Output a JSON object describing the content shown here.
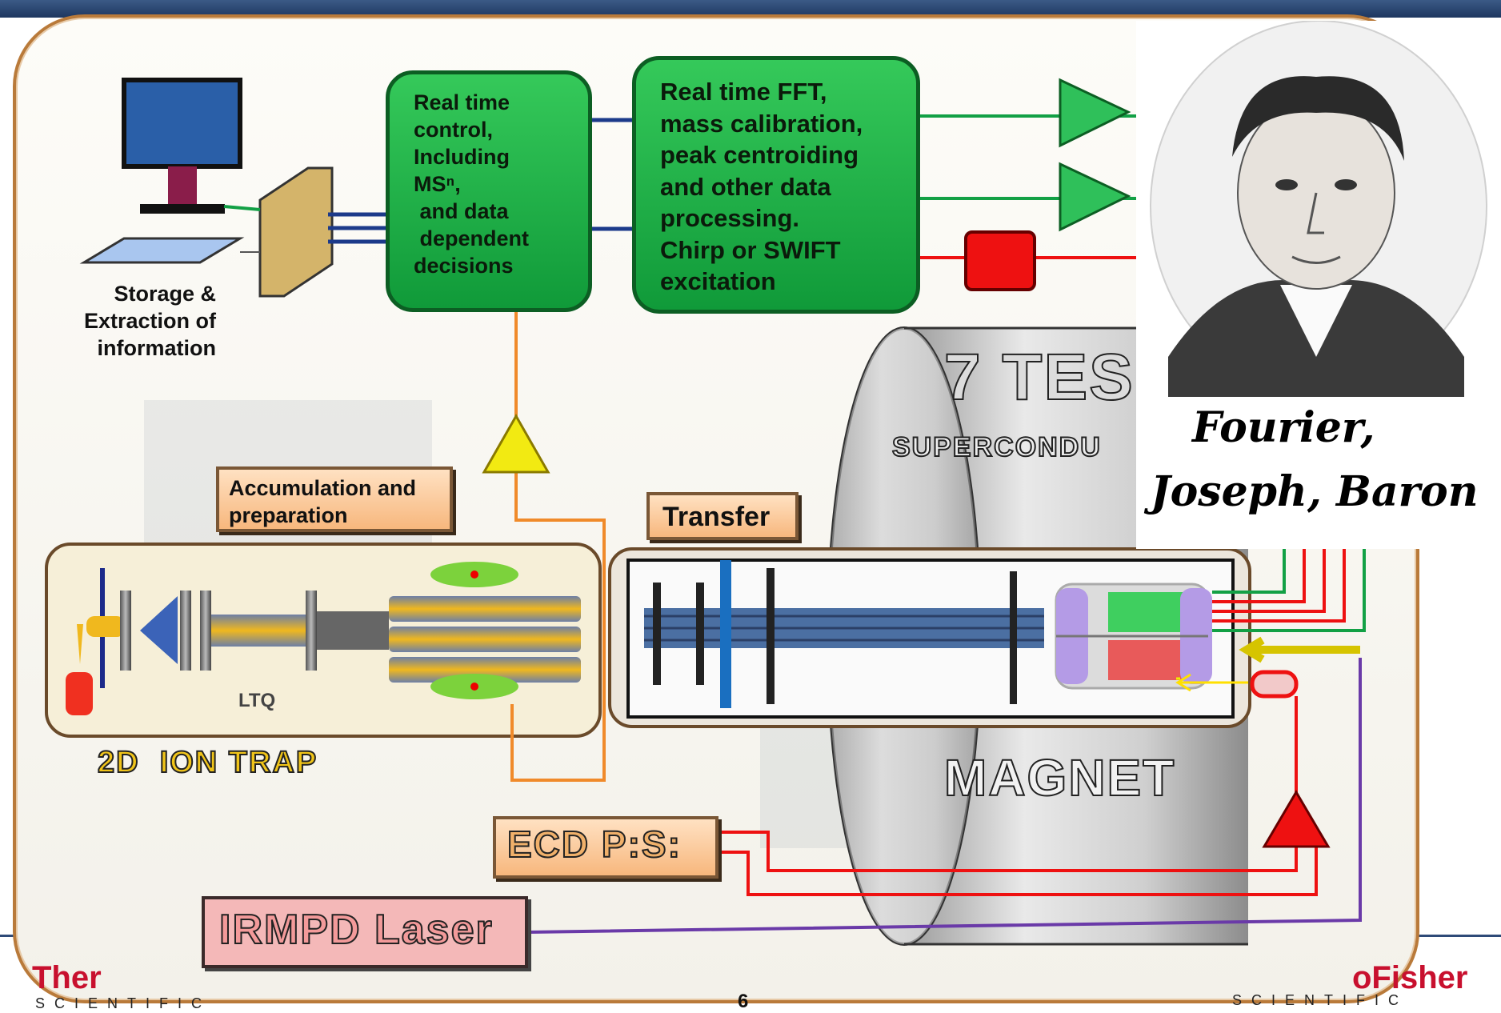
{
  "control_box": {
    "text": "Real time\ncontrol,\nIncluding\nMSⁿ,\n and data\n dependent\ndecisions"
  },
  "fft_box": {
    "text": "Real time FFT,\nmass calibration,\npeak centroiding\nand other data\nprocessing.\nChirp or SWIFT\nexcitation"
  },
  "storage_label": "Storage &\nExtraction of\ninformation",
  "accumulation_label": "Accumulation and\npreparation",
  "transfer_label": "Transfer",
  "ltq_label": "LTQ",
  "ion_trap_label": "2D  ION TRAP",
  "magnet_title": "7 TES",
  "magnet_subtitle": "SUPERCONDU",
  "magnet_label": "MAGNET",
  "ecd_label": "ECD P:S:",
  "irmpd_label": "IRMPD Laser",
  "portrait_caption_line1": "Fourier,",
  "portrait_caption_line2": "Joseph, Baron",
  "logo_left": "Ther",
  "logo_left_sub": "SCIENTIFIC",
  "logo_right": "oFisher",
  "logo_right_sub": "SCIENTIFIC",
  "page_number": "6",
  "colors": {
    "frame": "#b97a3a",
    "green_box": "#1fb148",
    "signal_red": "#e11",
    "signal_green": "#12a045",
    "signal_orange": "#f08a2a",
    "signal_purple": "#6a3aa8",
    "bus_blue": "#1c3a8a"
  }
}
